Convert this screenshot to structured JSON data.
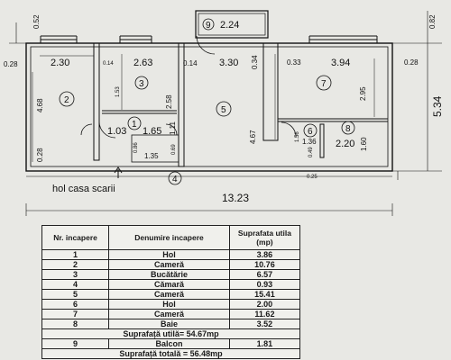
{
  "plan": {
    "dims": {
      "top_left_vertical": "0.52",
      "top_right_vertical": "0.82",
      "right_vertical": "5.34",
      "overall_width": "13.23",
      "balcony": "2.24",
      "left_wall": "0.28",
      "right_wall": "0.28",
      "r2_width": "2.30",
      "r2_height": "4.68",
      "r2_small": "0.28",
      "r3_wall": "0.14",
      "r3_width": "2.63",
      "r3_height": "2.58",
      "r3_inner": "1.53",
      "r5_wall_a": "0.14",
      "r5_width": "3.30",
      "r5_wall_b": "0.34",
      "r5_height": "4.67",
      "r7_wall": "0.33",
      "r7_width": "3.94",
      "r7_height": "2.95",
      "r1_a": "1.03",
      "r1_b": "1.65",
      "r1_c": "1.11",
      "r4_a": "0.86",
      "r4_b": "0.69",
      "r4_width": "1.35",
      "r6_a": "1.56",
      "r6_b": "1.36",
      "r6_c": "0.49",
      "r8_width": "2.20",
      "r8_height": "1.60",
      "r6_bottom": "0.25"
    },
    "labels": {
      "r1": "1",
      "r2": "2",
      "r3": "3",
      "r4": "4",
      "r5": "5",
      "r6": "6",
      "r7": "7",
      "r8": "8",
      "r9": "9"
    },
    "stair_label": "hol casa scarii"
  },
  "table": {
    "headers": [
      "Nr. incapere",
      "Denumire incapere",
      "Suprafata utila (mp)"
    ],
    "rows": [
      {
        "nr": "1",
        "name": "Hol",
        "area": "3.86"
      },
      {
        "nr": "2",
        "name": "Cameră",
        "area": "10.76"
      },
      {
        "nr": "3",
        "name": "Bucătărie",
        "area": "6.57"
      },
      {
        "nr": "4",
        "name": "Cămară",
        "area": "0.93"
      },
      {
        "nr": "5",
        "name": "Cameră",
        "area": "15.41"
      },
      {
        "nr": "6",
        "name": "Hol",
        "area": "2.00"
      },
      {
        "nr": "7",
        "name": "Cameră",
        "area": "11.62"
      },
      {
        "nr": "8",
        "name": "Baie",
        "area": "3.52"
      }
    ],
    "useful_total": "Suprafață utilă= 54.67mp",
    "balcony_row": {
      "nr": "9",
      "name": "Balcon",
      "area": "1.81"
    },
    "grand_total": "Suprafață totală = 56.48mp"
  }
}
